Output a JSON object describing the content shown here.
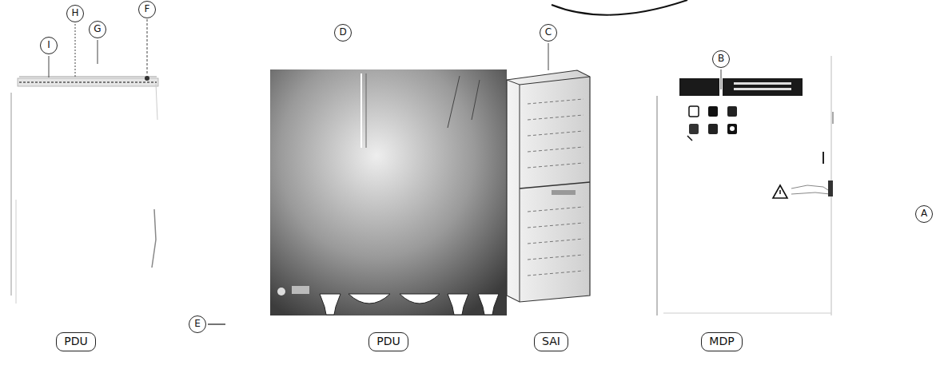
{
  "diagram": {
    "nodes": [
      {
        "text": [
          "I"
        ]
      },
      {
        "text": [
          "H"
        ]
      },
      {
        "text": [
          "G"
        ]
      },
      {
        "text": [
          "F"
        ]
      },
      {
        "text": [
          "D"
        ]
      },
      {
        "text": [
          "C"
        ]
      },
      {
        "text": [
          "B"
        ]
      },
      {
        "text": [
          "A"
        ]
      },
      {
        "text": [
          "E"
        ]
      },
      {
        "text": [
          "PDU"
        ]
      },
      {
        "text": [
          "PDU"
        ]
      },
      {
        "text": [
          "SAI"
        ]
      },
      {
        "text": [
          "MDP"
        ]
      }
    ]
  }
}
